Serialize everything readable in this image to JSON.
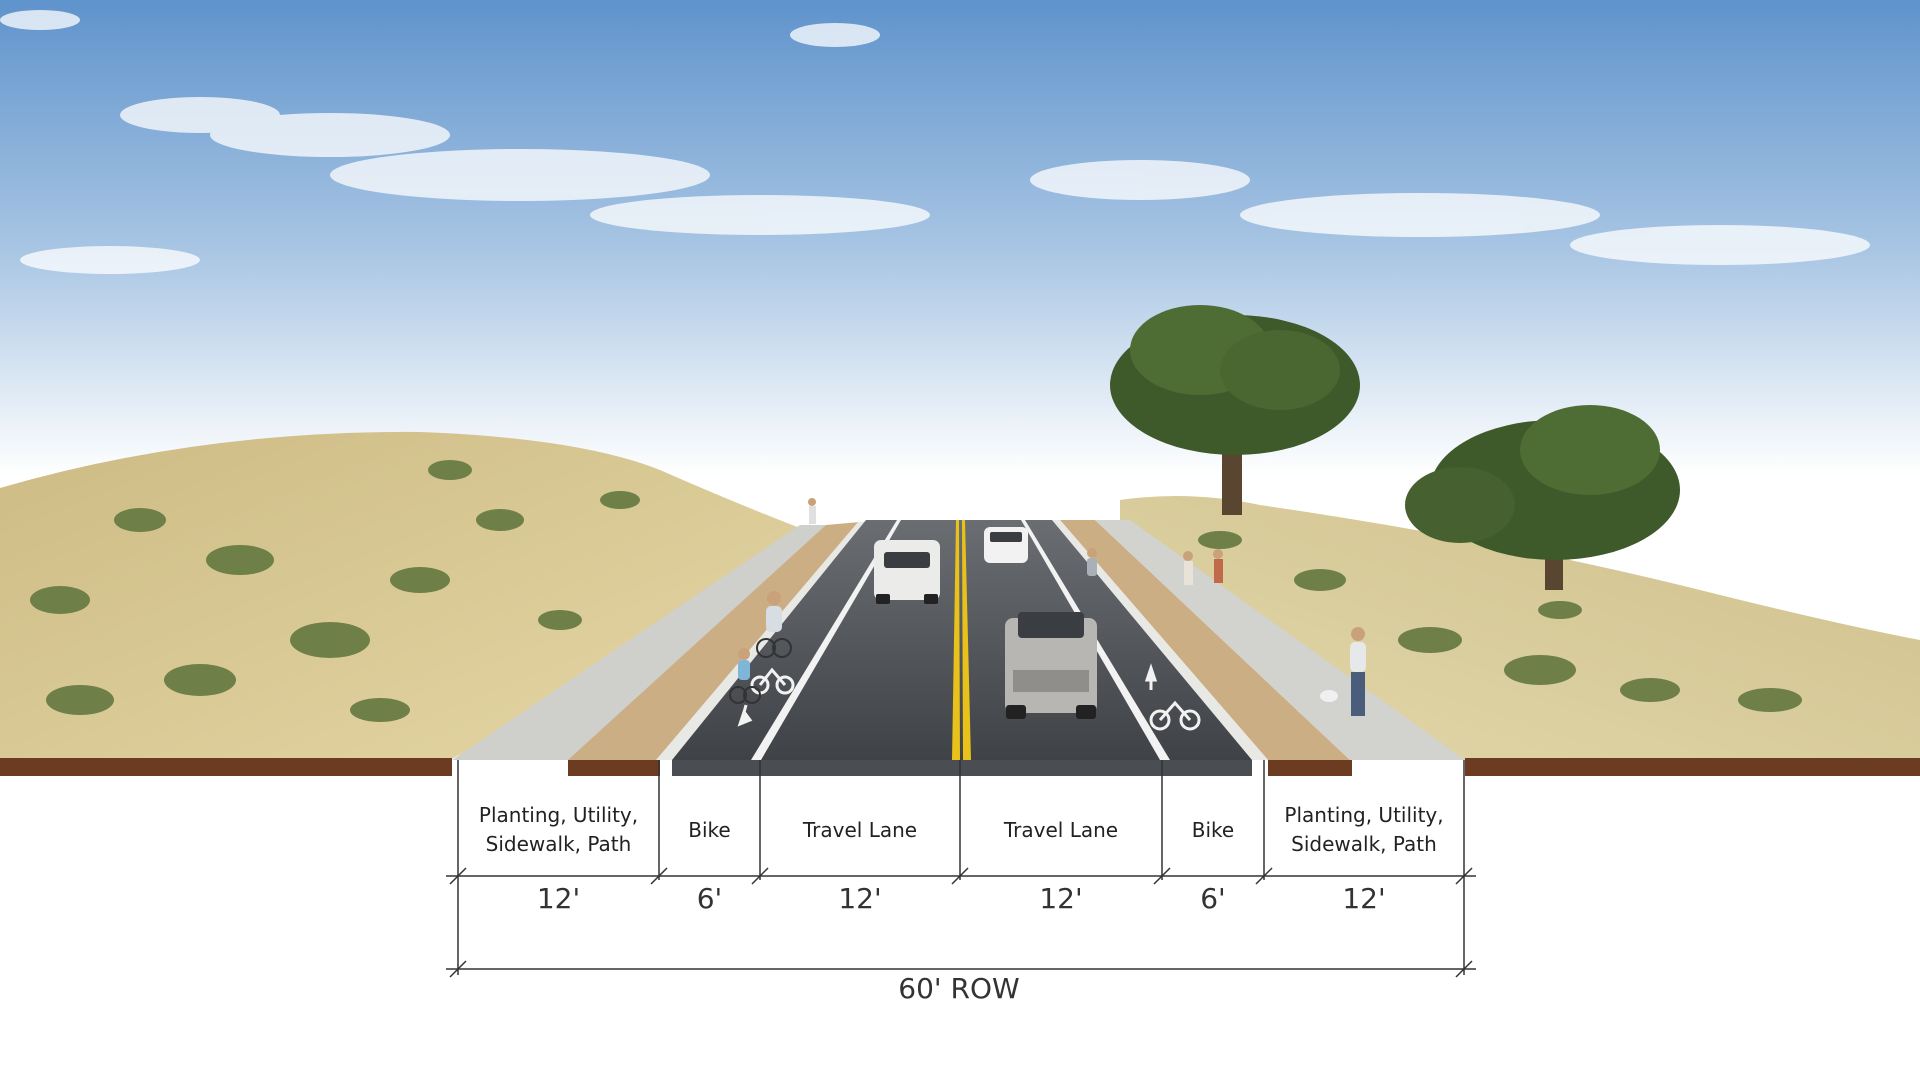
{
  "segments": [
    {
      "label": "Planting, Utility, Sidewalk, Path",
      "width": "12'"
    },
    {
      "label": "Bike",
      "width": "6'"
    },
    {
      "label": "Travel Lane",
      "width": "12'"
    },
    {
      "label": "Travel Lane",
      "width": "12'"
    },
    {
      "label": "Bike",
      "width": "6'"
    },
    {
      "label": "Planting, Utility, Sidewalk, Path",
      "width": "12'"
    }
  ],
  "total": {
    "label": "60' ROW"
  },
  "colors": {
    "sky_top": "#5f93cc",
    "grass": "#d8c891",
    "asphalt": "#4a4d52",
    "soil": "#6b3c22",
    "centerline": "#e8c11a"
  }
}
